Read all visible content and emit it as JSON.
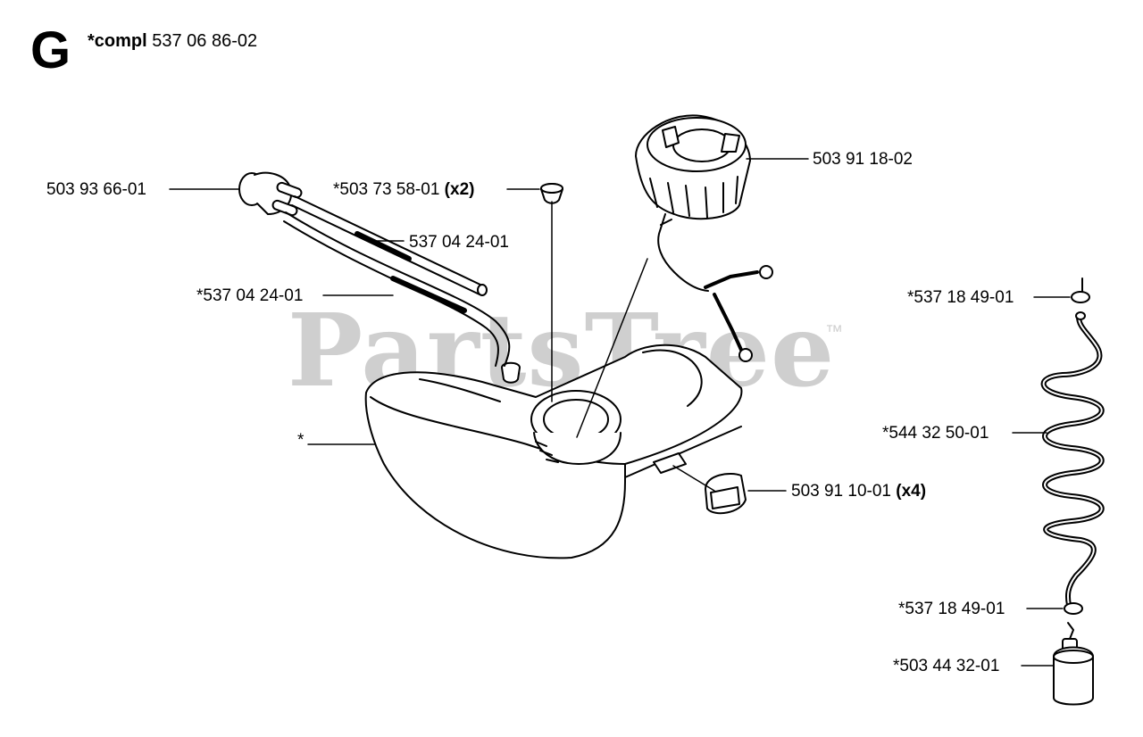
{
  "header": {
    "section_letter": "G",
    "compl_label": "*compl",
    "compl_part": "537 06 86-02"
  },
  "watermark": {
    "text": "PartsTree",
    "trademark": "™"
  },
  "callouts": {
    "primer_bulb": "503 93 66-01",
    "grommet": {
      "part": "*503 73 58-01",
      "qty": "(x2)"
    },
    "fuel_hose_top": "537 04 24-01",
    "fuel_hose_bottom": "*537 04 24-01",
    "fuel_cap": "503 91 18-02",
    "tank": "*",
    "rubber_mount": {
      "part": "503 91 10-01",
      "qty": "(x4)"
    },
    "ring_top": "*537 18 49-01",
    "coil_hose": "*544 32 50-01",
    "ring_bottom": "*537 18 49-01",
    "fuel_filter": "*503 44 32-01"
  }
}
